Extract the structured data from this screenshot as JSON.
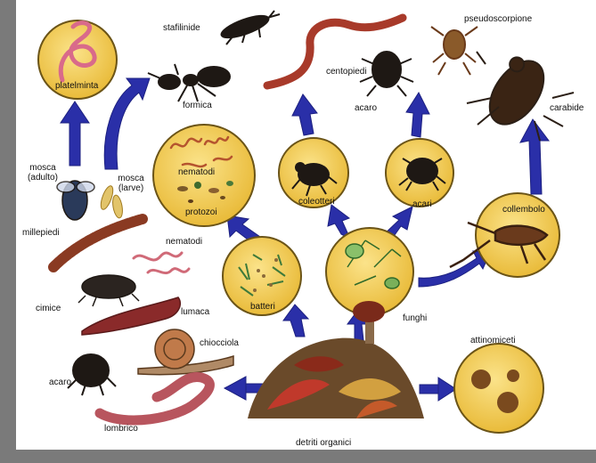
{
  "labels": {
    "stafilinide": "stafilinide",
    "centopiedi": "centopiedi",
    "pseudoscorpione": "pseudoscorpione",
    "acaro_top": "acaro",
    "carabide": "carabide",
    "formica": "formica",
    "platelminta": "platelminta",
    "mosca_adulto": "mosca\n(adulto)",
    "mosca_larve": "mosca\n(larve)",
    "nematodi_circle": "nematodi",
    "protozoi": "protozoi",
    "coleotteri": "coleotteri",
    "acari": "acari",
    "collembolo": "collembolo",
    "millepiedi": "millepiedi",
    "nematodi_side": "nematodi",
    "batteri": "batteri",
    "funghi": "funghi",
    "cimice": "cimice",
    "lumaca": "lumaca",
    "chiocciola": "chiocciola",
    "attinomiceti": "attinomiceti",
    "acaro_bottom": "acaro",
    "lombrico": "lombrico",
    "detriti": "detriti organici"
  },
  "colors": {
    "circle_fill": "#f6d25a",
    "circle_stroke": "#6b5417",
    "arrow": "#2a2fa8",
    "frame": "#7a7a7a",
    "creature_dark": "#2b1f16",
    "worm_pink": "#d96a8a"
  }
}
